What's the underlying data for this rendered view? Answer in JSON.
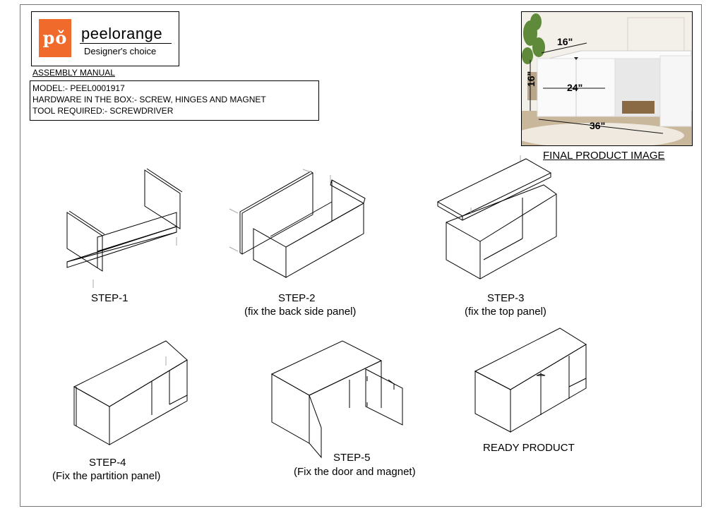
{
  "brand": {
    "name": "peelorange",
    "tagline": "Designer's choice",
    "mark": "pǒ",
    "accent": "#ef6a2b"
  },
  "manual_title": "ASSEMBLY MANUAL",
  "spec": {
    "model": "MODEL:- PEEL0001917",
    "hardware": "HARDWARE IN THE BOX:- SCREW, HINGES AND MAGNET",
    "tool": "TOOL REQUIRED:- SCREWDRIVER"
  },
  "product_image": {
    "caption": "FINAL PRODUCT IMAGE",
    "dim_depth": "16\"",
    "dim_height": "16\"",
    "dim_door": "24\"",
    "dim_width": "36\""
  },
  "steps": [
    {
      "title": "STEP-1",
      "subtitle": ""
    },
    {
      "title": "STEP-2",
      "subtitle": "(fix the back side panel)"
    },
    {
      "title": "STEP-3",
      "subtitle": "(fix the top panel)"
    },
    {
      "title": "STEP-4",
      "subtitle": "(Fix the partition panel)"
    },
    {
      "title": "STEP-5",
      "subtitle": "(Fix the door and magnet)"
    },
    {
      "title": "READY PRODUCT",
      "subtitle": ""
    }
  ]
}
